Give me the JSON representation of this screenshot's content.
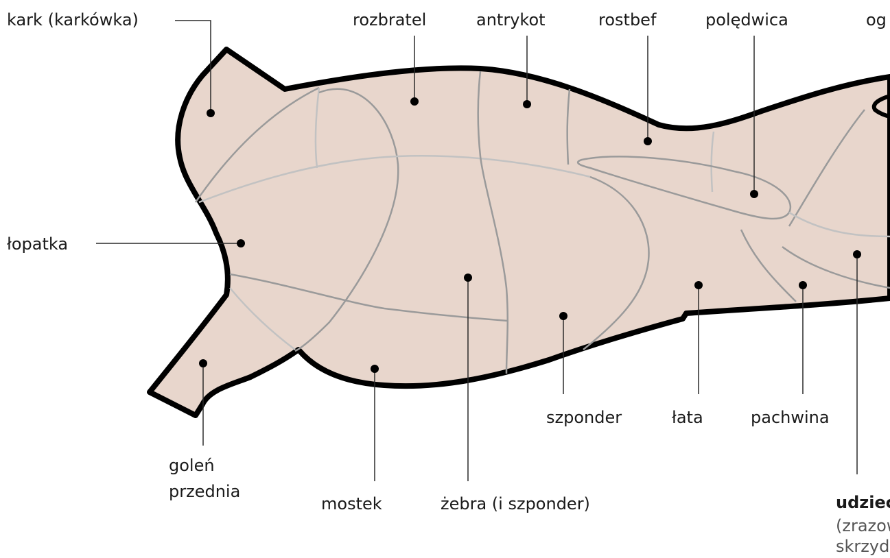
{
  "labels": {
    "kark": "kark (karkówka)",
    "rozbratel": "rozbratel",
    "antrykot": "antrykot",
    "rostbef": "rostbef",
    "poledwica": "polędwica",
    "ogon": "og",
    "lopatka": "łopatka",
    "golen_line1": "goleń",
    "golen_line2": "przednia",
    "mostek": "mostek",
    "zebra": "żebra (i szponder)",
    "szponder": "szponder",
    "lata": "łata",
    "pachwina": "pachwina",
    "udziec_line1": "udziec",
    "udziec_line2": "(zrazow",
    "udziec_line3": "skrzyd"
  },
  "colors": {
    "meat_fill": "#e8d6cc",
    "outline": "#000000",
    "cut_lines": "#9a9a9a",
    "cut_lines_light": "#c2c2c2",
    "leader_lines": "#2a2a2a"
  }
}
